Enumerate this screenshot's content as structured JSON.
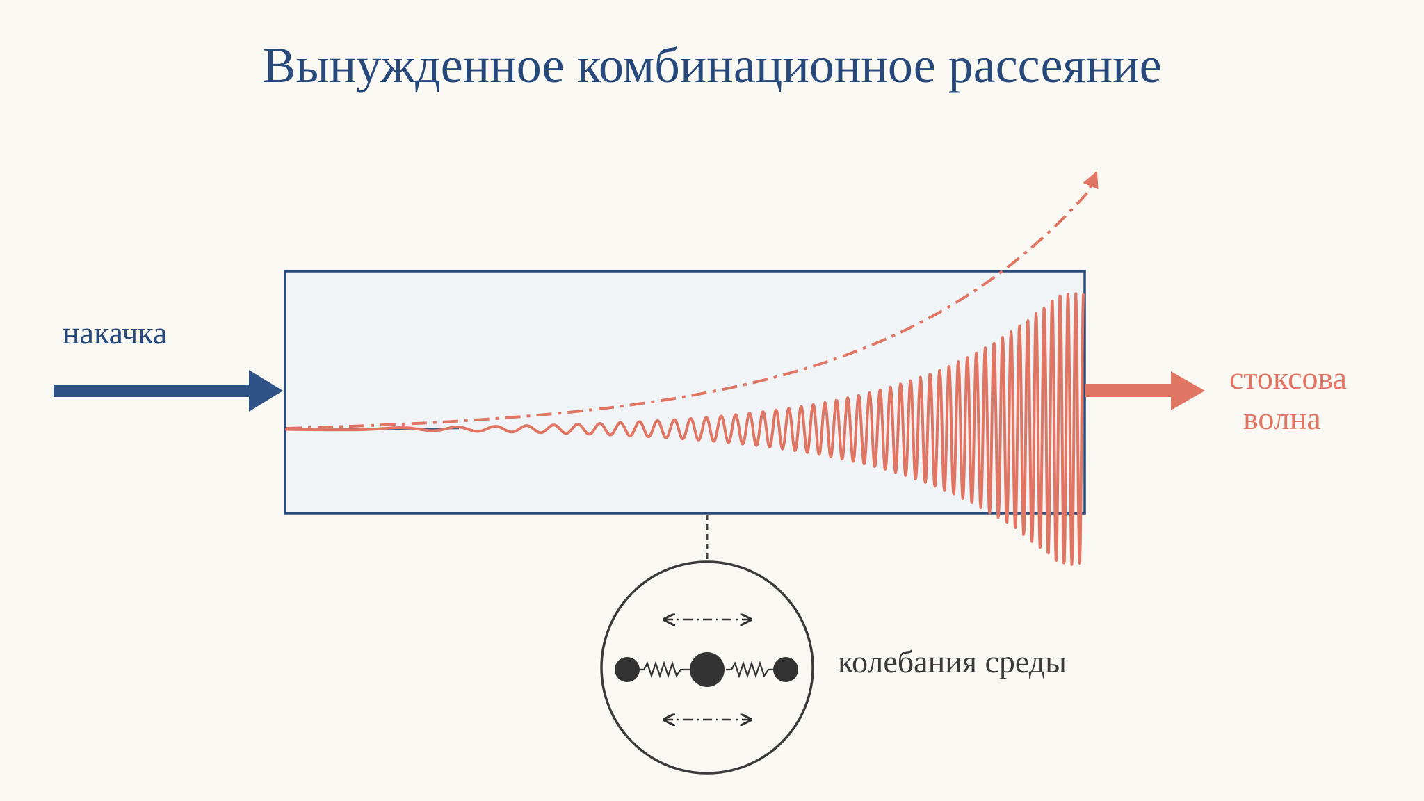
{
  "title": "Вынужденное комбинационное рассеяние",
  "labels": {
    "pump": "накачка",
    "stokes_line1": "стоксова",
    "stokes_line2": "волна",
    "medium": "колебания среды"
  },
  "colors": {
    "background": "#f9f8f3",
    "pump_blue": "#2f5387",
    "title_blue": "#27487a",
    "stokes_red": "#e07563",
    "medium_box_fill": "#f1f4f6",
    "medium_box_border": "#2a4a7a",
    "molecule_dark": "#333333"
  },
  "icons": {
    "pump_arrow": "arrow-right",
    "stokes_arrow": "arrow-right",
    "vibration_arrows": "double-arrow-horizontal",
    "molecule": "ball-spring-triatomic"
  }
}
